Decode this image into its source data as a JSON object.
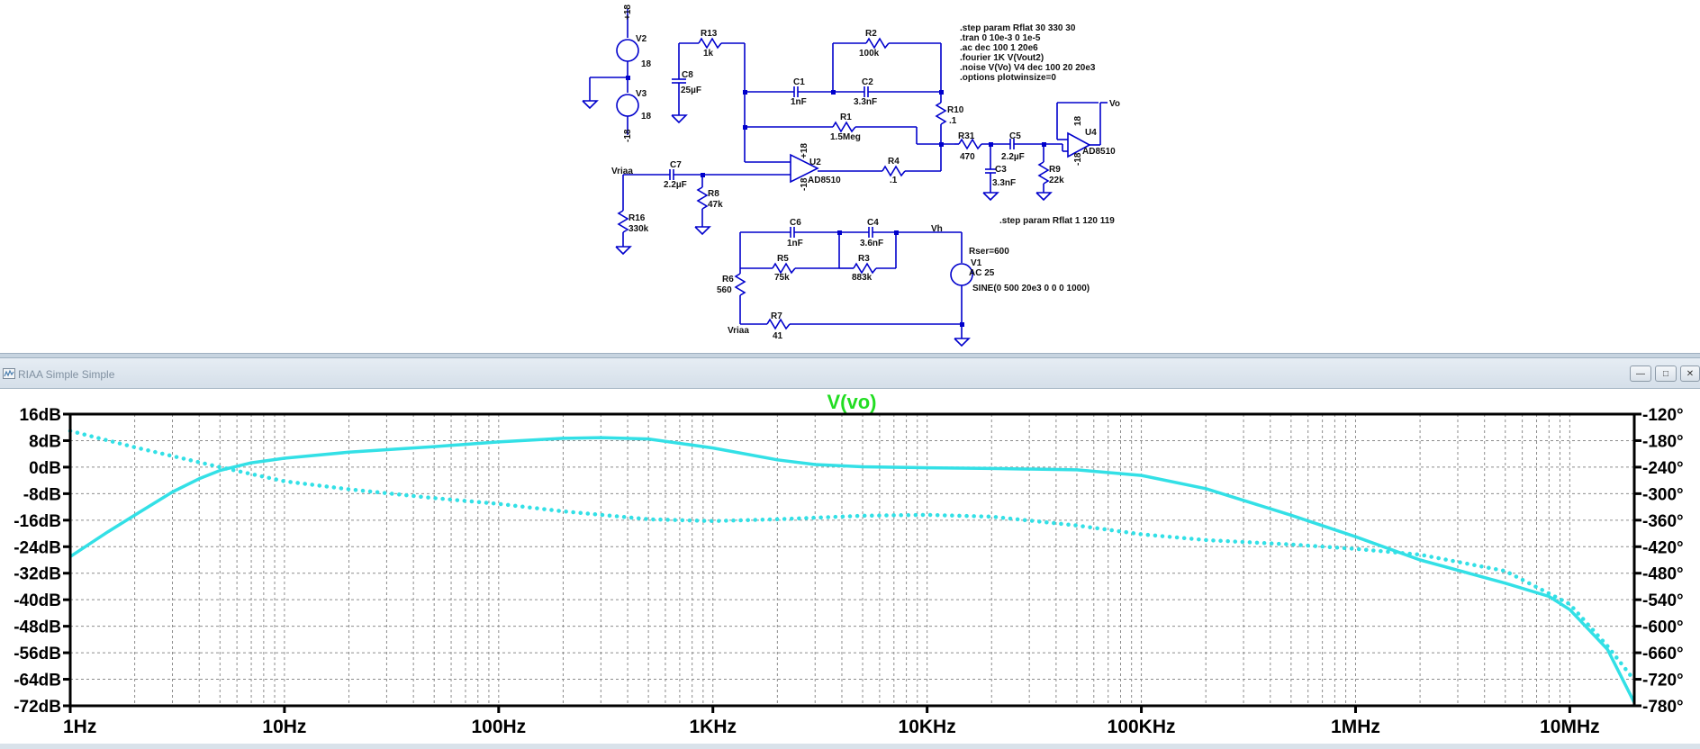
{
  "window": {
    "title": "RIAA Simple Simple"
  },
  "schematic": {
    "directives": [
      ".step param Rflat 30 330 30",
      ".tran 0 10e-3 0 1e-5",
      ".ac dec 100 1 20e6",
      ".fourier 1K V(Vout2)",
      ".noise V(Vo) V4 dec 100 20 20e3",
      ".options plotwinsize=0"
    ],
    "directive2": ".step param Rflat 1 120 119",
    "labels": {
      "v2_pos": "+18",
      "v2_name": "V2",
      "v2_val": "18",
      "v3_name": "V3",
      "v3_val": "18",
      "v3_neg": "-18",
      "r13_name": "R13",
      "r13_val": "1k",
      "c8_name": "C8",
      "c8_val": "25µF",
      "r2_name": "R2",
      "r2_val": "100k",
      "c1_name": "C1",
      "c1_val": "1nF",
      "c2_name": "C2",
      "c2_val": "3.3nF",
      "r1_name": "R1",
      "r1_val": "1.5Meg",
      "r10_name": "R10",
      "r10_val": ".1",
      "r31_name": "R31",
      "r31_val": "470",
      "c5_name": "C5",
      "c5_val": "2.2µF",
      "c3_name": "C3",
      "c3_val": "3.3nF",
      "r9_name": "R9",
      "r9_val": "22k",
      "u4_name": "U4",
      "u4_model": "AD8510",
      "u4_pos": "18",
      "u4_neg": "-18",
      "vo_net": "Vo",
      "u2_name": "U2",
      "u2_model": "AD8510",
      "u2_pos": "+18",
      "u2_neg": "-18",
      "r4_name": "R4",
      "r4_val": ".1",
      "vriaa_net": "Vriaa",
      "c7_name": "C7",
      "c7_val": "2.2µF",
      "r8_name": "R8",
      "r8_val": "47k",
      "r16_name": "R16",
      "r16_val": "330k",
      "c6_name": "C6",
      "c6_val": "1nF",
      "c4_name": "C4",
      "c4_val": "3.6nF",
      "vh_net": "Vh",
      "r5_name": "R5",
      "r5_val": "75k",
      "r3_name": "R3",
      "r3_val": "883k",
      "r6_name": "R6",
      "r6_val": "560",
      "v1_rser": "Rser=600",
      "v1_name": "V1",
      "v1_ac": "AC 25",
      "v1_sine": "SINE(0 500 20e3 0 0 0 1000)",
      "vriaa_net2": "Vriaa",
      "r7_name": "R7",
      "r7_val": "41"
    }
  },
  "chart_data": {
    "type": "line",
    "title": "V(vo)",
    "x_scale": "log",
    "xlim": [
      1,
      20000000
    ],
    "x_ticks": [
      {
        "value": 1,
        "label": "1Hz"
      },
      {
        "value": 10,
        "label": "10Hz"
      },
      {
        "value": 100,
        "label": "100Hz"
      },
      {
        "value": 1000,
        "label": "1KHz"
      },
      {
        "value": 10000,
        "label": "10KHz"
      },
      {
        "value": 100000,
        "label": "100KHz"
      },
      {
        "value": 1000000,
        "label": "1MHz"
      },
      {
        "value": 10000000,
        "label": "10MHz"
      }
    ],
    "ylim_left": [
      -72,
      16
    ],
    "y_ticks_left": [
      "16dB",
      "8dB",
      "0dB",
      "-8dB",
      "-16dB",
      "-24dB",
      "-32dB",
      "-40dB",
      "-48dB",
      "-56dB",
      "-64dB",
      "-72dB"
    ],
    "ylim_right": [
      -780,
      -120
    ],
    "y_ticks_right": [
      "-120°",
      "-180°",
      "-240°",
      "-300°",
      "-360°",
      "-420°",
      "-480°",
      "-540°",
      "-600°",
      "-660°",
      "-720°",
      "-780°"
    ],
    "grid": true,
    "colors": {
      "trace": "#33e0e6",
      "title": "#22dd22",
      "axis": "#000000",
      "grid": "#8c8c8c",
      "wire": "#0000cc"
    },
    "series": [
      {
        "axis": "left",
        "style": "solid",
        "x": [
          1,
          1.5,
          2,
          3,
          4,
          5,
          7,
          10,
          20,
          50,
          100,
          200,
          300,
          500,
          1000,
          2000,
          3000,
          5000,
          10000,
          20000,
          50000,
          100000,
          200000,
          500000,
          1000000,
          2000000,
          5000000,
          8000000,
          10000000,
          15000000,
          20000000
        ],
        "y": [
          -27,
          -19.5,
          -14.5,
          -7.5,
          -3.5,
          -1,
          1.3,
          2.7,
          4.5,
          6.2,
          7.6,
          8.7,
          8.9,
          8.5,
          5.8,
          2.2,
          0.8,
          0.1,
          -0.2,
          -0.4,
          -0.8,
          -2.5,
          -6.5,
          -14.5,
          -21,
          -28,
          -35,
          -39,
          -43,
          -55,
          -71
        ]
      },
      {
        "axis": "right",
        "style": "dotted",
        "x": [
          1,
          2,
          5,
          10,
          20,
          50,
          100,
          200,
          500,
          1000,
          2000,
          5000,
          10000,
          20000,
          50000,
          100000,
          200000,
          500000,
          1000000,
          2000000,
          5000000,
          10000000,
          15000000,
          20000000
        ],
        "y": [
          -158,
          -195,
          -240,
          -272,
          -290,
          -310,
          -323,
          -340,
          -358,
          -362,
          -358,
          -350,
          -348,
          -352,
          -372,
          -392,
          -405,
          -415,
          -425,
          -438,
          -475,
          -550,
          -645,
          -722
        ]
      }
    ]
  }
}
